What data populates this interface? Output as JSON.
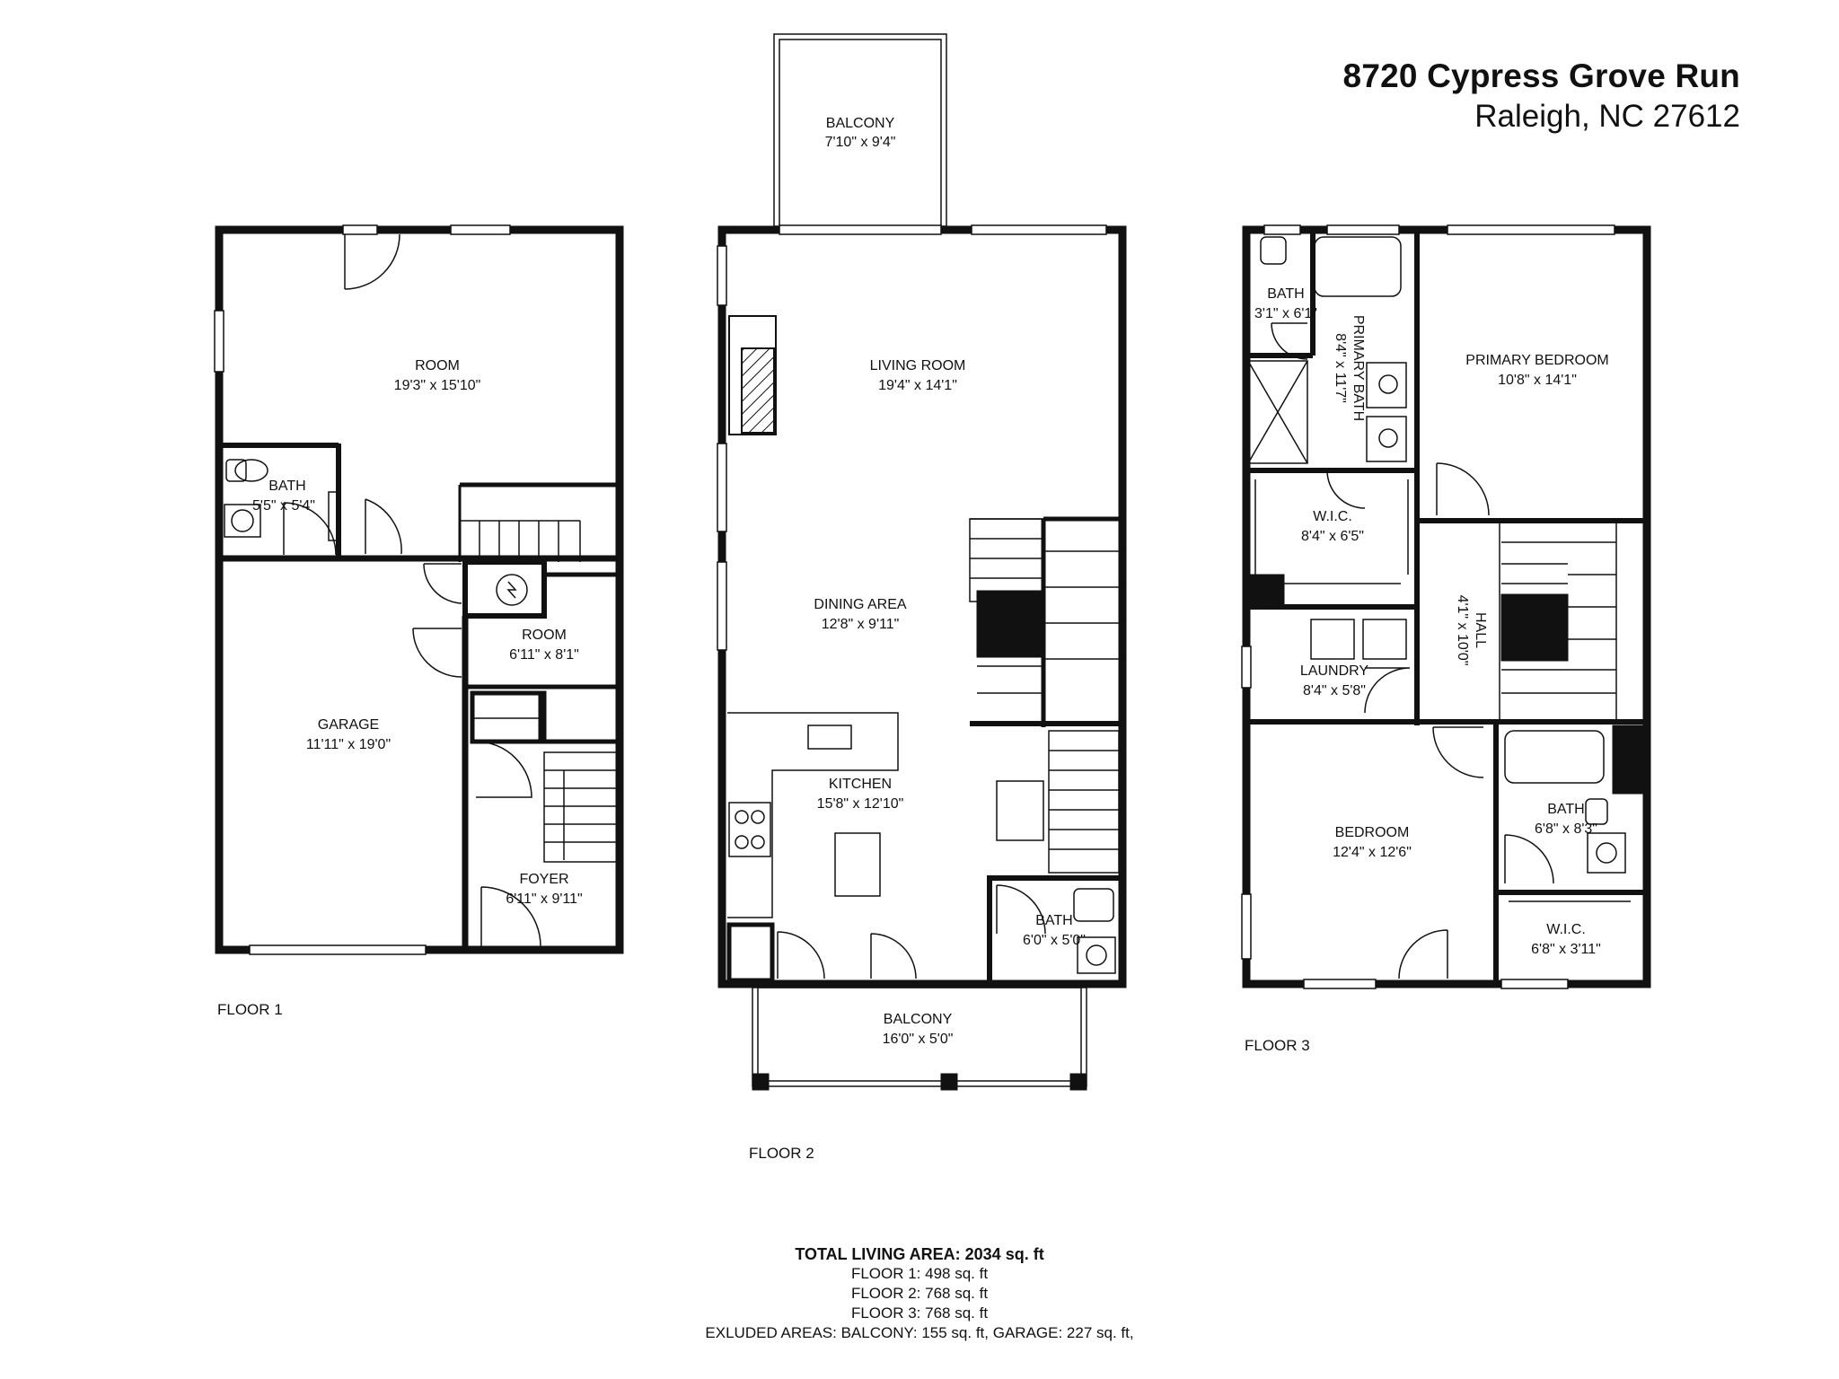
{
  "header": {
    "address": "8720 Cypress Grove Run",
    "city": "Raleigh, NC 27612"
  },
  "floors": [
    {
      "label": "FLOOR 1",
      "rooms": [
        {
          "name": "ROOM",
          "size": "19'3\" x 15'10\""
        },
        {
          "name": "BATH",
          "size": "5'5\" x 5'4\""
        },
        {
          "name": "ROOM",
          "size": "6'11\" x 8'1\""
        },
        {
          "name": "GARAGE",
          "size": "11'11\" x 19'0\""
        },
        {
          "name": "FOYER",
          "size": "6'11\" x 9'11\""
        }
      ]
    },
    {
      "label": "FLOOR 2",
      "rooms": [
        {
          "name": "BALCONY",
          "size": "7'10\" x 9'4\""
        },
        {
          "name": "LIVING ROOM",
          "size": "19'4\" x 14'1\""
        },
        {
          "name": "DINING AREA",
          "size": "12'8\" x 9'11\""
        },
        {
          "name": "KITCHEN",
          "size": "15'8\" x 12'10\""
        },
        {
          "name": "BATH",
          "size": "6'0\" x 5'0\""
        },
        {
          "name": "BALCONY",
          "size": "16'0\" x 5'0\""
        }
      ]
    },
    {
      "label": "FLOOR 3",
      "rooms": [
        {
          "name": "BATH",
          "size": "3'1\" x 6'1\""
        },
        {
          "name": "PRIMARY BATH",
          "size": "8'4\" x 11'7\""
        },
        {
          "name": "PRIMARY BEDROOM",
          "size": "10'8\" x 14'1\""
        },
        {
          "name": "W.I.C.",
          "size": "8'4\" x 6'5\""
        },
        {
          "name": "HALL",
          "size": "4'1\" x 10'0\""
        },
        {
          "name": "LAUNDRY",
          "size": "8'4\" x 5'8\""
        },
        {
          "name": "BEDROOM",
          "size": "12'4\" x 12'6\""
        },
        {
          "name": "BATH",
          "size": "6'8\" x 8'3\""
        },
        {
          "name": "W.I.C.",
          "size": "6'8\" x 3'11\""
        }
      ]
    }
  ],
  "summary": {
    "total": "TOTAL LIVING AREA: 2034 sq. ft",
    "lines": [
      "FLOOR 1: 498 sq. ft",
      "FLOOR 2: 768 sq. ft",
      "FLOOR 3: 768 sq. ft",
      "EXLUDED AREAS: BALCONY: 155 sq. ft, GARAGE: 227 sq. ft,"
    ]
  }
}
